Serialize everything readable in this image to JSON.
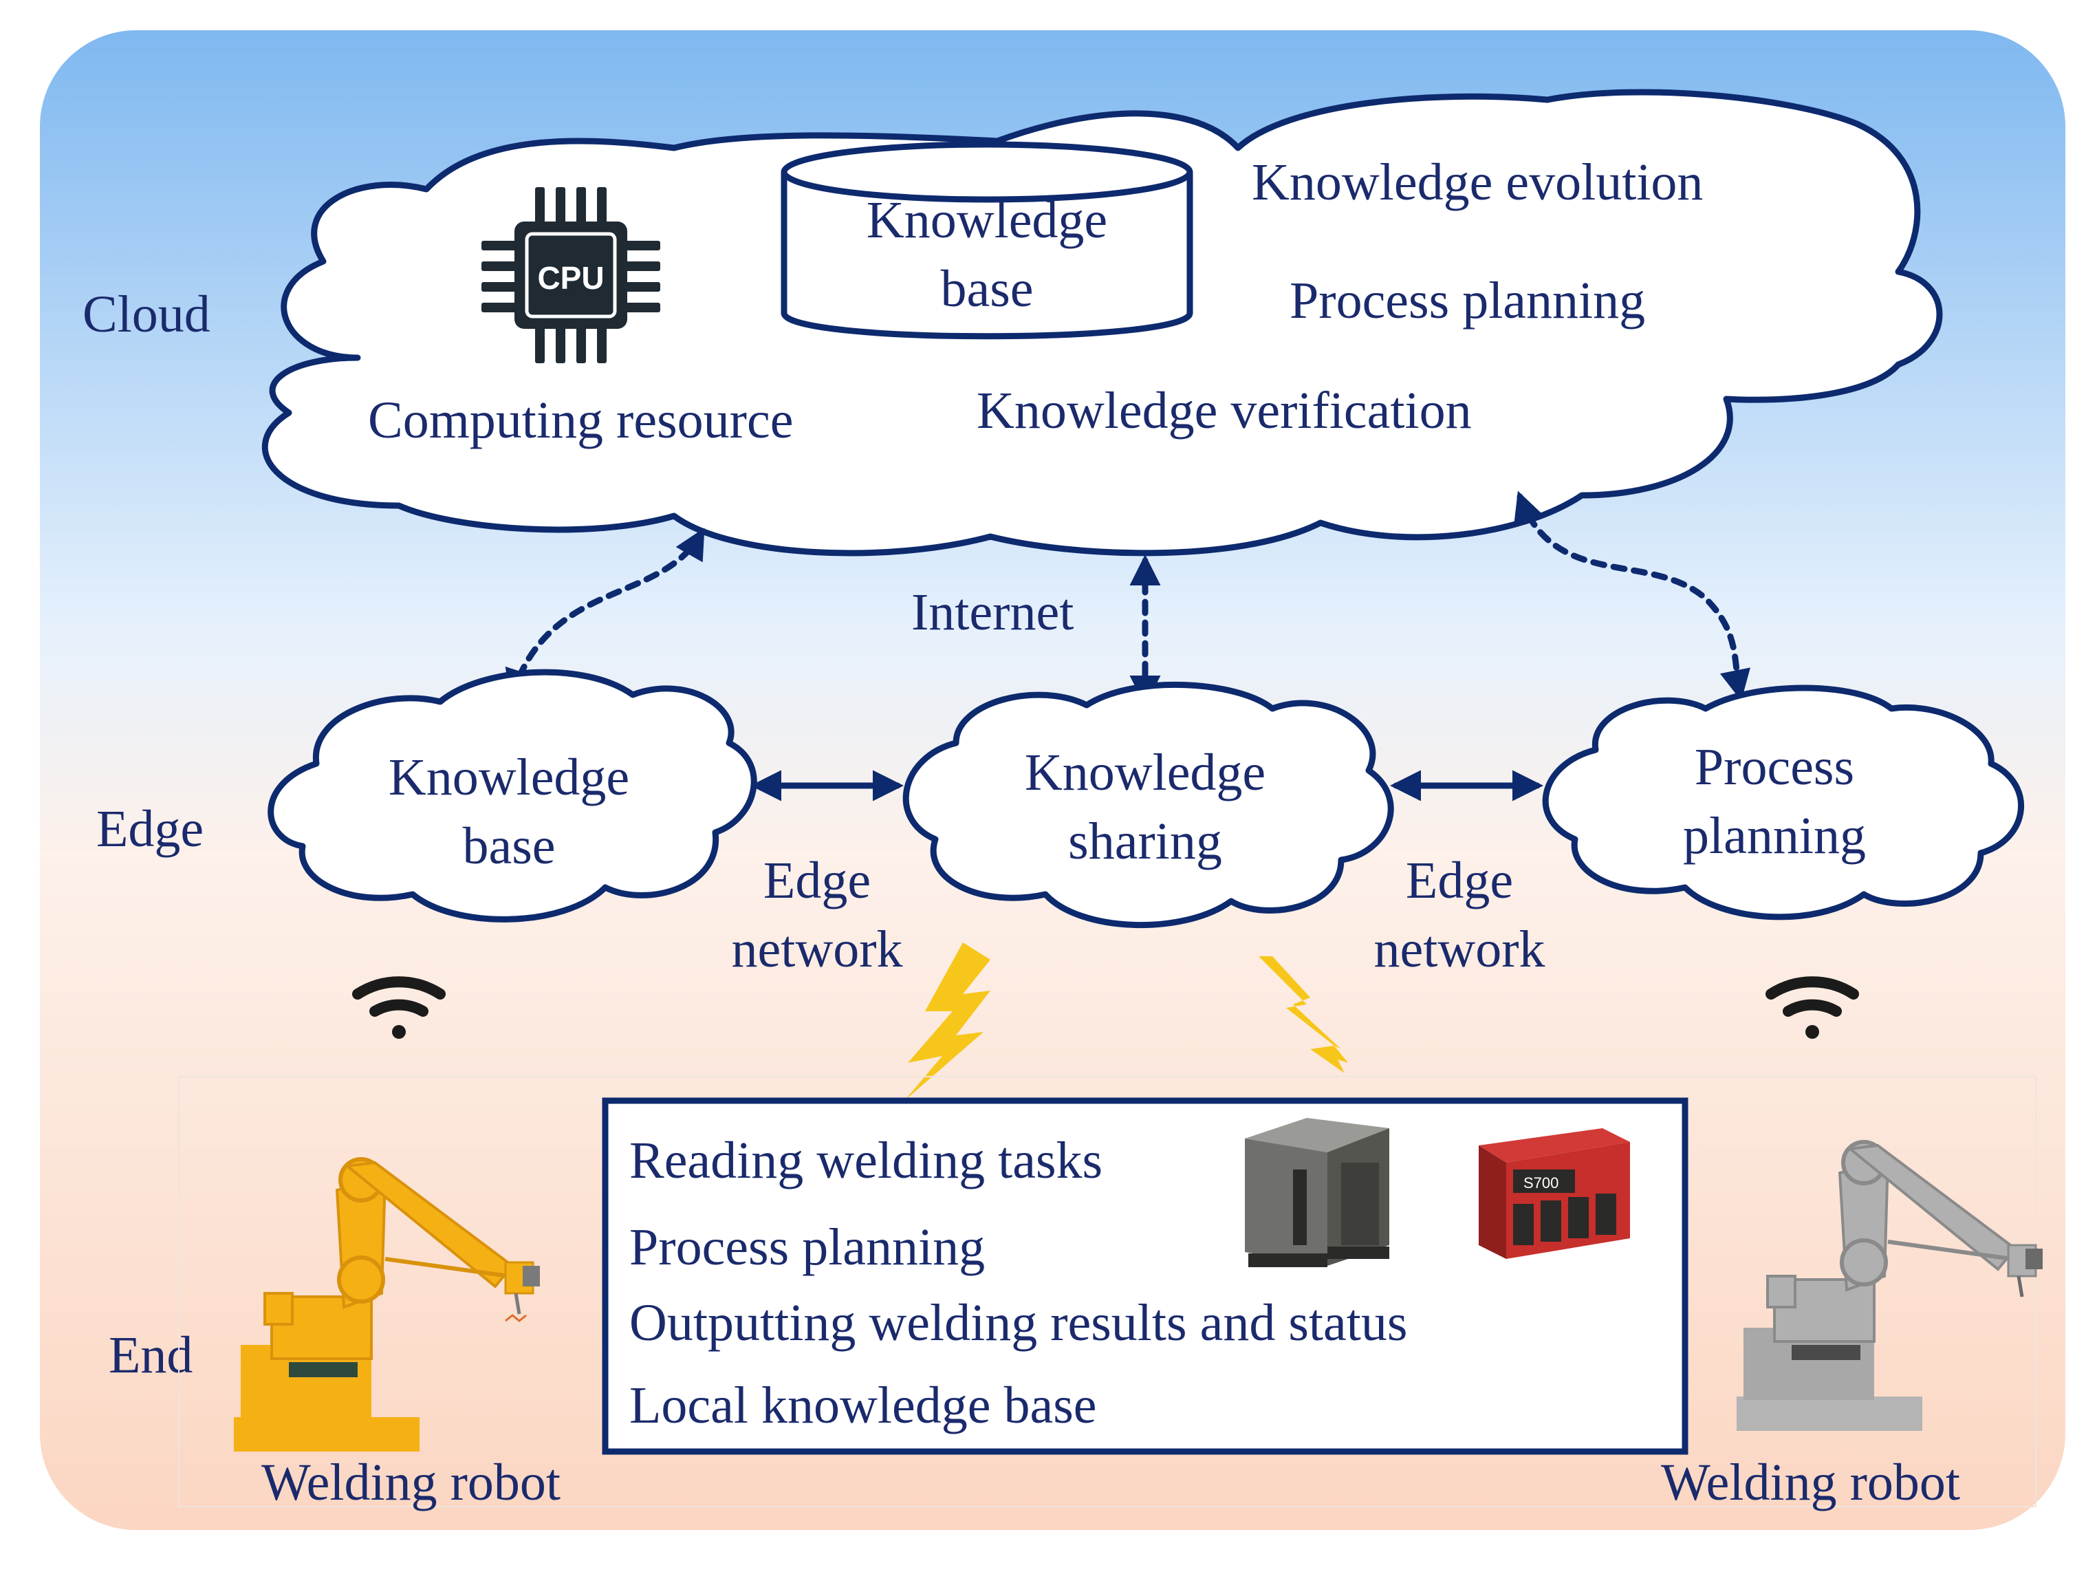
{
  "colors": {
    "ink": "#0d2a6e",
    "text": "#1a2a6c",
    "sky_top": "#7fb8f0",
    "sky_mid": "#e8f2fc",
    "peach": "#fbd9c6",
    "bolt": "#f7c61a",
    "robot_yellow": "#f5b014",
    "robot_grey": "#9a9a9a"
  },
  "layers": {
    "cloud": "Cloud",
    "edge": "Edge",
    "end": "End"
  },
  "cloud": {
    "cpu_label": "CPU",
    "kb_line1": "Knowledge",
    "kb_line2": "base",
    "evolution": "Knowledge evolution",
    "planning": "Process planning",
    "computing": "Computing resource",
    "verification": "Knowledge verification"
  },
  "internet_label": "Internet",
  "edge": {
    "kb_line1": "Knowledge",
    "kb_line2": "base",
    "sharing_line1": "Knowledge",
    "sharing_line2": "sharing",
    "planning_line1": "Process",
    "planning_line2": "planning",
    "net_left_line1": "Edge",
    "net_left_line2": "network",
    "net_right_line1": "Edge",
    "net_right_line2": "network"
  },
  "end_box": {
    "items": [
      "Reading welding tasks",
      "Process planning",
      "Outputting welding results and status",
      "Local knowledge base"
    ],
    "welder_badge": "S700"
  },
  "robots": {
    "left_label": "Welding robot",
    "right_label": "Welding robot"
  }
}
